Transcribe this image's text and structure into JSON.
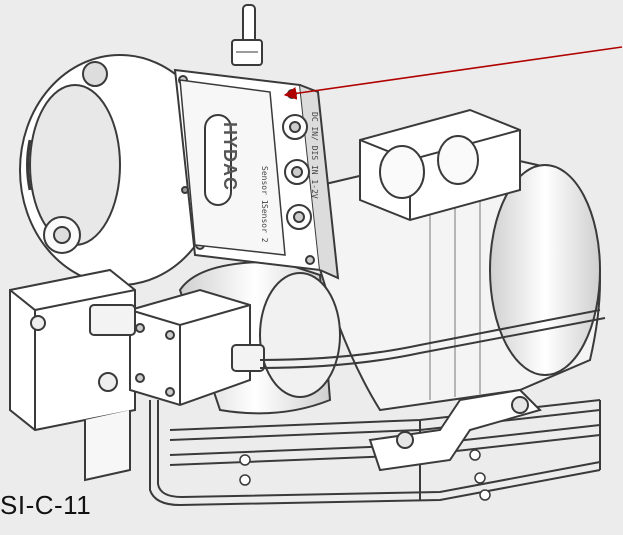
{
  "brand": "HYDAC",
  "plate": {
    "port1_label": "Sensor 1",
    "port2_label": "Sensor 2",
    "port0_label": "DC IN/ DIS IN 1-2V"
  },
  "figure_code": "SI-C-11",
  "colors": {
    "background": "#ececec",
    "linework": "#3a3a3a",
    "fill_light": "#ffffff",
    "fill_shade": "#d9d9d9",
    "callout_arrow": "#b00000"
  }
}
